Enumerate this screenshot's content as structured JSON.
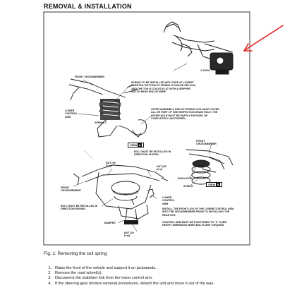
{
  "header": {
    "title": "REMOVAL & INSTALLATION"
  },
  "diagram": {
    "labels": {
      "tool_code": "J-23028",
      "front_crossmember_top": "FRONT CROSSMEMBER",
      "spring_note": "SPRING TO BE INSTALLED WITH TAPE AT LOWEST POSITION. BOTTOM OF SPRING IS COILED HELICAL, AND THE TOP IS COILED FLAT WITH A GRIPPER NOTCH NEAR END OF WIRE.",
      "lower_control_arm_left": "LOWER CONTROL ARM",
      "spring": "SPRING",
      "after_assembly_note": "AFTER ASSEMBLY, END OF SPRING COIL MUST COVER ALL OR PART OF ONE INSPECTION DRAIN HOLE. THE OTHER HOLE MUST BE PARTLY EXPOSED OR COMPLETELY UNCOVERED.",
      "view_a": "VIEW",
      "view_a_letter": "A",
      "bolt_direction_top": "BOLT MUST BE INSTALLED IN DIRECTION SHOWN.",
      "front_crossmember_right": "FRONT CROSSMEMBER",
      "nut_left": "NUT (90 N·m)",
      "nut_right": "NUT (90 N·m)",
      "insulator": "INSULATOR",
      "spring_right": "SPRING",
      "view_b": "VIEW",
      "view_b_letter": "B",
      "front_crossmember_mid": "FRONT CROSSMEMBER",
      "bolt_direction_left": "BOLT MUST BE INSTALLED IN DIRECTION SHOWN.",
      "lower_control_arm_right": "LOWER CONTROL ARM",
      "install_note": "INSTALL THE FRONT LEG OF THE LOWER CONTROL ARM INTO THE CROSSMEMBER PRIOR TO INSTALLING THE REAR LEG.",
      "position_note": "CONTROL ARM MUST BE POSITIONED TO \"Z\" CURB HEIGHT DIMENSION WHEN BOLTS ARE TORQUED.",
      "bumper": "BUMPER",
      "nut_bottom": "NUT (28 N·m)"
    },
    "colors": {
      "annotation_arrow": "#e8201c",
      "ink": "#1a1a1a"
    }
  },
  "caption": "Fig. 1: Removing the coil spring",
  "steps": [
    {
      "num": "1.",
      "text": "Raise the front of the vehicle and support it on jackstands."
    },
    {
      "num": "2.",
      "text": "Remove the road wheel(s)."
    },
    {
      "num": "3.",
      "text": "Disconnect the stabilizer link from the lower control arm."
    },
    {
      "num": "4.",
      "text": "If the steering gear hinders removal procedures, detach the unit and move it out of the way."
    }
  ]
}
